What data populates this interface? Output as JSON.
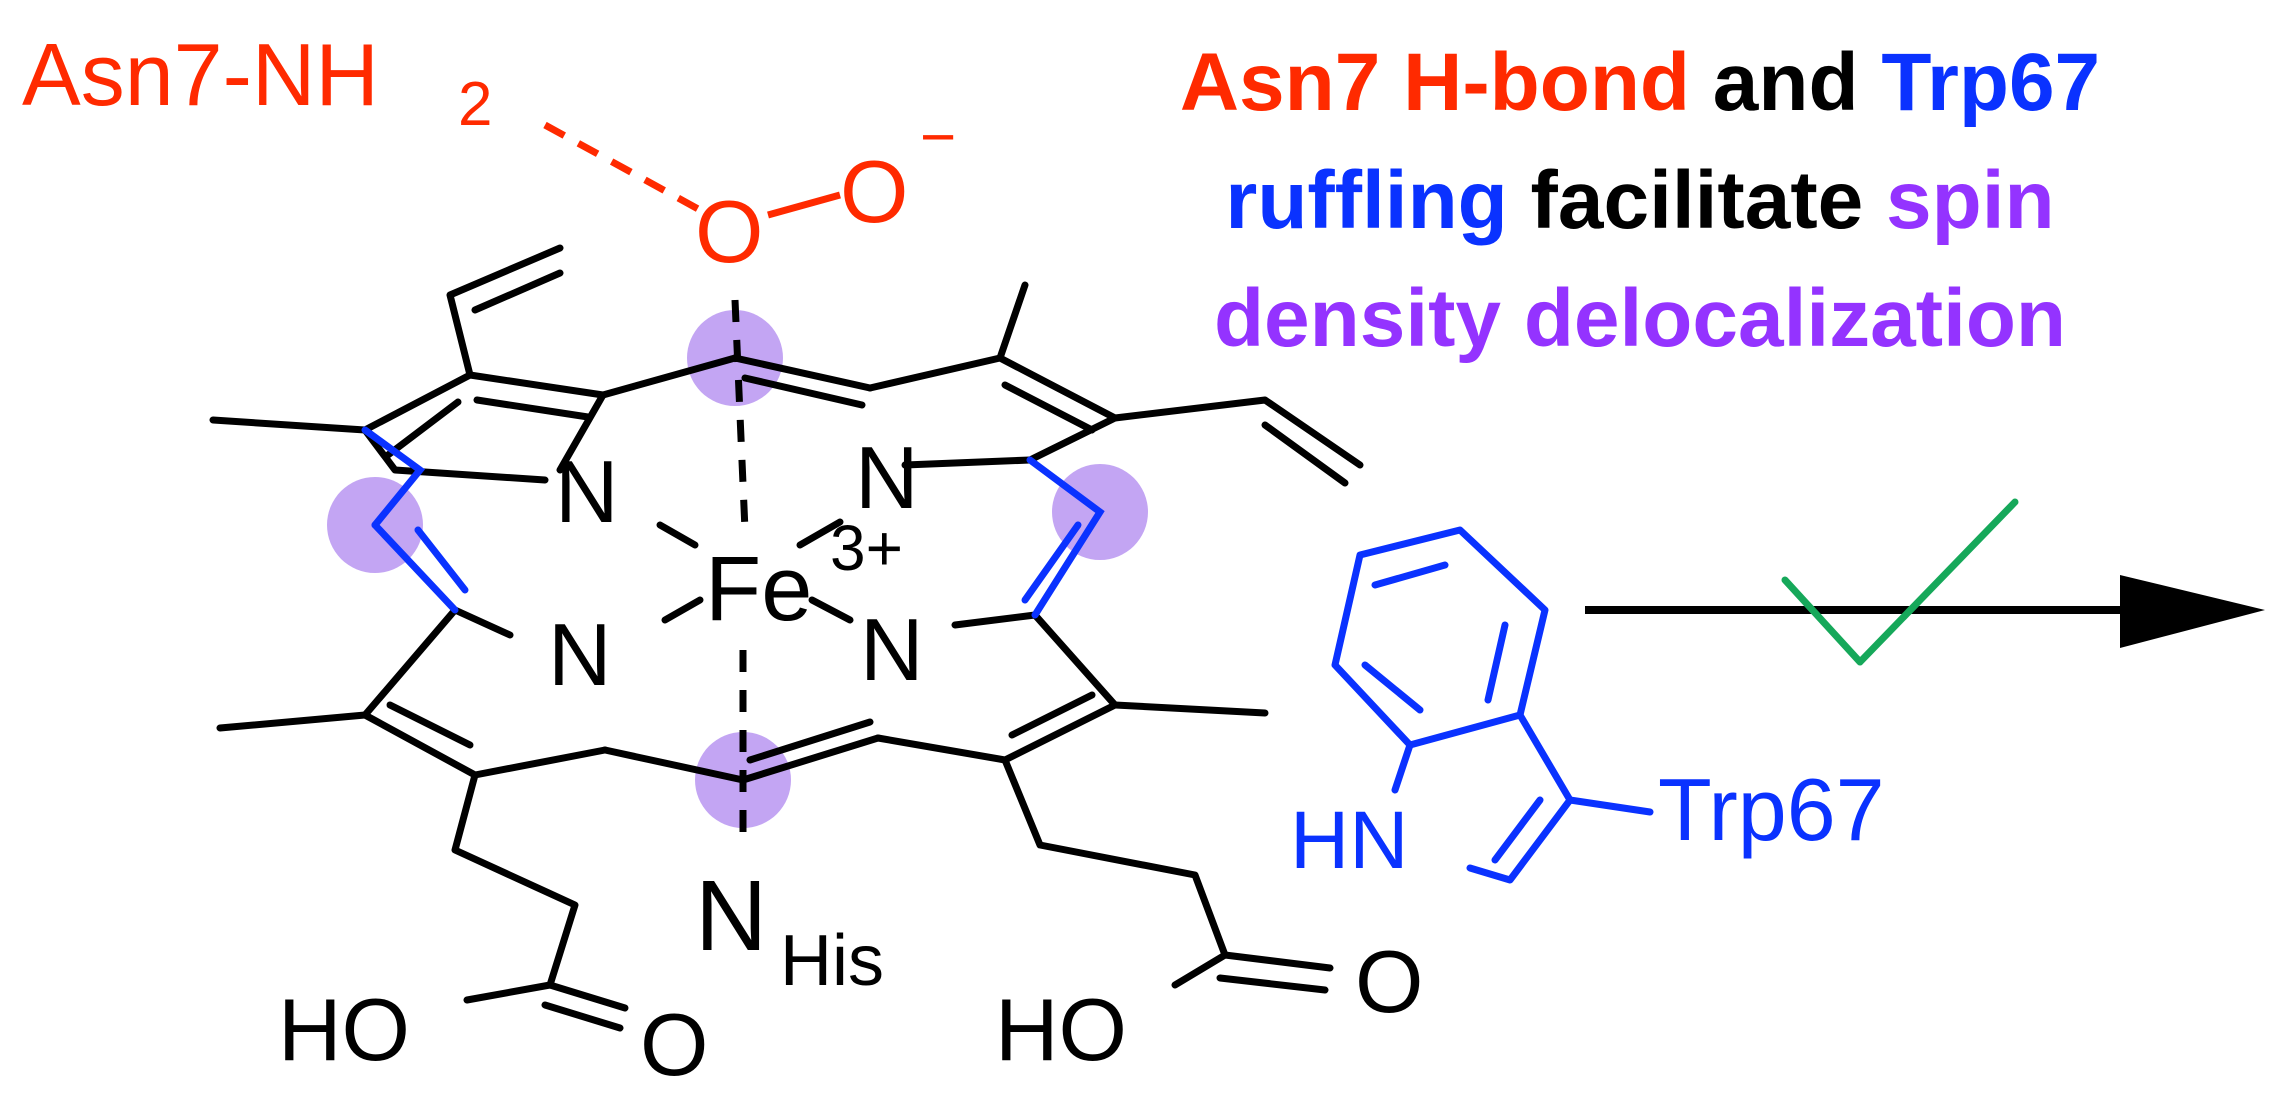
{
  "labels": {
    "asn_label": "Asn7-NH",
    "asn_sub": "2",
    "oxygen": "O",
    "superoxide_charge": "−",
    "fe": "Fe",
    "fe_charge": "3+",
    "nitrogen": "N",
    "his_n": "N",
    "his_sub": "His",
    "hydroxyl": "HO",
    "carbonyl_o": "O",
    "hn": "HN",
    "trp_label": "Trp67"
  },
  "headline": {
    "line1": [
      {
        "text": "Asn7 H-bond",
        "color": "#ff2a00"
      },
      {
        "text": " and ",
        "color": "#000000"
      },
      {
        "text": "Trp67",
        "color": "#0a32ff"
      }
    ],
    "line2": [
      {
        "text": "ruffling",
        "color": "#0a32ff"
      },
      {
        "text": " facilitate ",
        "color": "#000000"
      },
      {
        "text": "spin",
        "color": "#9433ff"
      }
    ],
    "line3": [
      {
        "text": "density delocalization",
        "color": "#9433ff"
      }
    ]
  },
  "colors": {
    "asn": "#ff2a00",
    "trp": "#0a32ff",
    "spin": "#9433ff",
    "spin_dot": "#b48ef0",
    "check": "#16a85a",
    "ink": "#000000"
  },
  "icons": {
    "arrow": "arrow-right-icon",
    "check": "check-mark-icon"
  }
}
